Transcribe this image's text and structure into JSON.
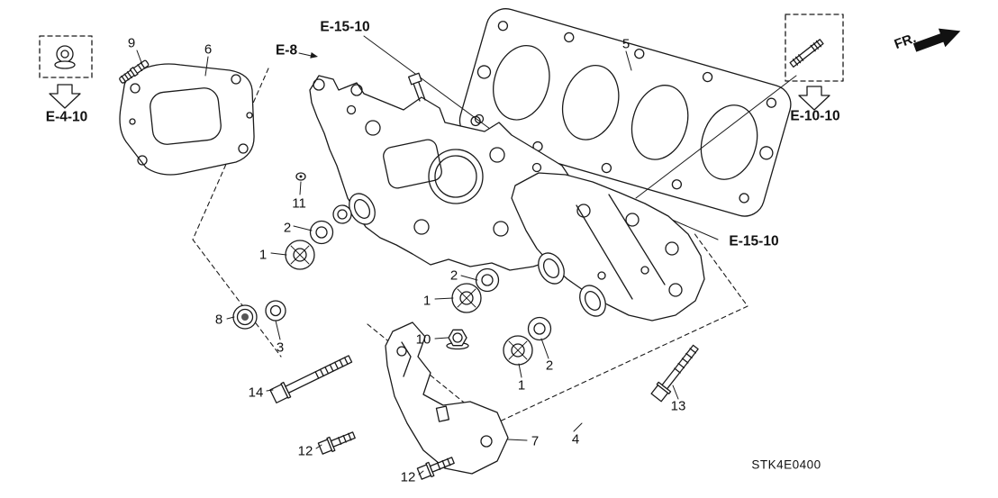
{
  "colors": {
    "line_art": "#1a1a1a",
    "background": "#ffffff"
  },
  "diagram_code": "STK4E0400",
  "direction_label": "FR.",
  "callouts": {
    "c1a": "1",
    "c1b": "1",
    "c1c": "1",
    "c2a": "2",
    "c2b": "2",
    "c2c": "2",
    "c3": "3",
    "c4": "4",
    "c5": "5",
    "c6": "6",
    "c7": "7",
    "c8": "8",
    "c9": "9",
    "c10": "10",
    "c11": "11",
    "c12a": "12",
    "c12b": "12",
    "c13": "13",
    "c14": "14"
  },
  "references": {
    "e15_top": "E-15-10",
    "e8": "E-8",
    "e4": "E-4-10",
    "e10": "E-10-10",
    "e15_right": "E-15-10"
  }
}
